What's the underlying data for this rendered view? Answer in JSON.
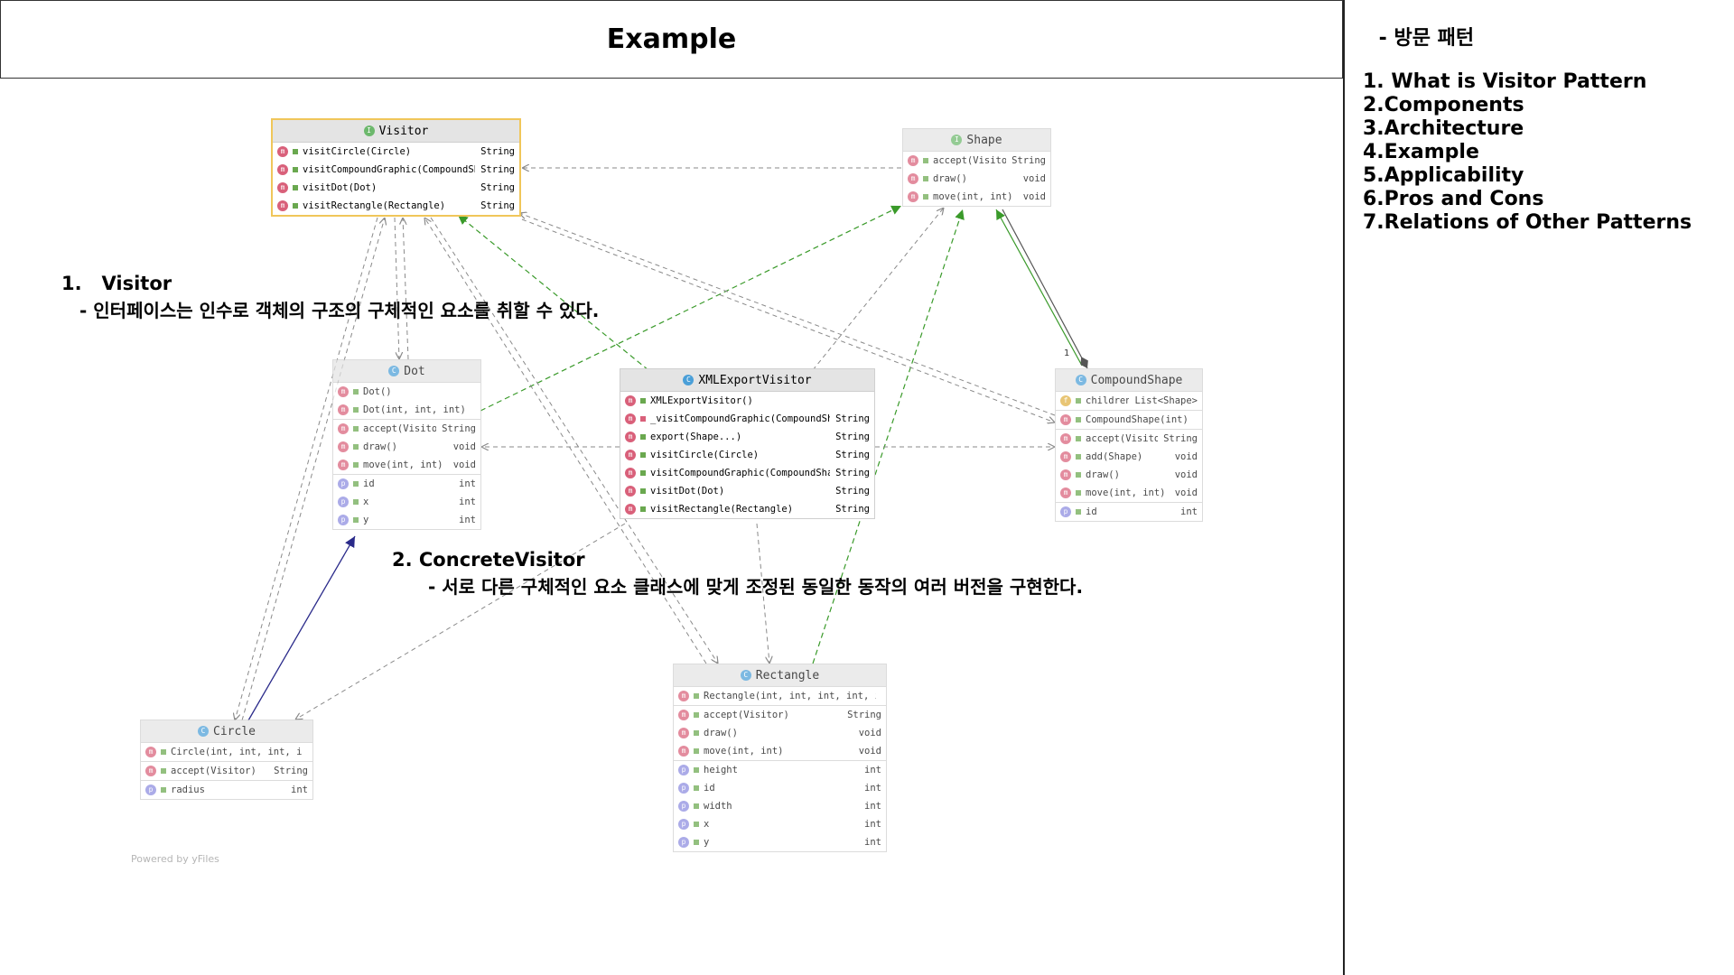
{
  "header": {
    "title": "Example"
  },
  "side_panel": {
    "heading": " - 방문 패턴",
    "toc": [
      "1. What is Visitor Pattern",
      "2.Components",
      "3.Architecture",
      "4.Example",
      "5.Applicability",
      "6.Pros and Cons",
      "7.Relations of Other Patterns"
    ]
  },
  "notes": {
    "visitor_title": "1.   Visitor",
    "visitor_desc": "- 인터페이스는 인수로 객체의 구조의 구체적인 요소를 취할 수 있다.",
    "concrete_title": "2. ConcreteVisitor",
    "concrete_desc": "- 서로 다른 구체적인 요소 클래스에 맞게 조정된 동일한 동작의 여러 버전을 구현한다."
  },
  "classes": {
    "visitor": {
      "name": "Visitor",
      "kind": "I",
      "members": [
        {
          "name": "visitCircle(Circle)",
          "type": "String",
          "badge": "m"
        },
        {
          "name": "visitCompoundGraphic(CompoundShape)",
          "type": "String",
          "badge": "m"
        },
        {
          "name": "visitDot(Dot)",
          "type": "String",
          "badge": "m"
        },
        {
          "name": "visitRectangle(Rectangle)",
          "type": "String",
          "badge": "m"
        }
      ]
    },
    "shape": {
      "name": "Shape",
      "kind": "I",
      "members": [
        {
          "name": "accept(Visitor)",
          "type": "String",
          "badge": "m"
        },
        {
          "name": "draw()",
          "type": "void",
          "badge": "m"
        },
        {
          "name": "move(int, int)",
          "type": "void",
          "badge": "m"
        }
      ]
    },
    "dot": {
      "name": "Dot",
      "kind": "C",
      "members": [
        {
          "name": "Dot()",
          "type": "",
          "badge": "m"
        },
        {
          "name": "Dot(int, int, int)",
          "type": "",
          "badge": "m"
        },
        {
          "name": "accept(Visitor)",
          "type": "String",
          "badge": "m",
          "sep": true
        },
        {
          "name": "draw()",
          "type": "void",
          "badge": "m"
        },
        {
          "name": "move(int, int)",
          "type": "void",
          "badge": "m"
        },
        {
          "name": "id",
          "type": "int",
          "badge": "p",
          "sep": true
        },
        {
          "name": "x",
          "type": "int",
          "badge": "p"
        },
        {
          "name": "y",
          "type": "int",
          "badge": "p"
        }
      ]
    },
    "xml_export_visitor": {
      "name": "XMLExportVisitor",
      "kind": "C",
      "members": [
        {
          "name": "XMLExportVisitor()",
          "type": "",
          "badge": "m"
        },
        {
          "name": "_visitCompoundGraphic(CompoundShape)",
          "type": "String",
          "badge": "m",
          "lock": true
        },
        {
          "name": "export(Shape...)",
          "type": "String",
          "badge": "m"
        },
        {
          "name": "visitCircle(Circle)",
          "type": "String",
          "badge": "m"
        },
        {
          "name": "visitCompoundGraphic(CompoundShape)",
          "type": "String",
          "badge": "m"
        },
        {
          "name": "visitDot(Dot)",
          "type": "String",
          "badge": "m"
        },
        {
          "name": "visitRectangle(Rectangle)",
          "type": "String",
          "badge": "m"
        }
      ]
    },
    "compound_shape": {
      "name": "CompoundShape",
      "kind": "C",
      "members": [
        {
          "name": "children",
          "type": "List<Shape>",
          "badge": "f"
        },
        {
          "name": "CompoundShape(int)",
          "type": "",
          "badge": "m",
          "sep": true
        },
        {
          "name": "accept(Visitor)",
          "type": "String",
          "badge": "m",
          "sep": true
        },
        {
          "name": "add(Shape)",
          "type": "void",
          "badge": "m"
        },
        {
          "name": "draw()",
          "type": "void",
          "badge": "m"
        },
        {
          "name": "move(int, int)",
          "type": "void",
          "badge": "m"
        },
        {
          "name": "id",
          "type": "int",
          "badge": "p",
          "sep": true
        }
      ]
    },
    "rectangle": {
      "name": "Rectangle",
      "kind": "C",
      "members": [
        {
          "name": "Rectangle(int, int, int, int, int)",
          "type": "",
          "badge": "m"
        },
        {
          "name": "accept(Visitor)",
          "type": "String",
          "badge": "m",
          "sep": true
        },
        {
          "name": "draw()",
          "type": "void",
          "badge": "m"
        },
        {
          "name": "move(int, int)",
          "type": "void",
          "badge": "m"
        },
        {
          "name": "height",
          "type": "int",
          "badge": "p",
          "sep": true
        },
        {
          "name": "id",
          "type": "int",
          "badge": "p"
        },
        {
          "name": "width",
          "type": "int",
          "badge": "p"
        },
        {
          "name": "x",
          "type": "int",
          "badge": "p"
        },
        {
          "name": "y",
          "type": "int",
          "badge": "p"
        }
      ]
    },
    "circle": {
      "name": "Circle",
      "kind": "C",
      "members": [
        {
          "name": "Circle(int, int, int, int)",
          "type": "",
          "badge": "m"
        },
        {
          "name": "accept(Visitor)",
          "type": "String",
          "badge": "m",
          "sep": true
        },
        {
          "name": "radius",
          "type": "int",
          "badge": "p",
          "sep": true
        }
      ]
    }
  },
  "multiplicity": "1",
  "watermark": "Powered by yFiles",
  "colors": {
    "realization": "#3a9a2a",
    "dependency": "#8a8a8a",
    "inheritance": "#2a2a8a",
    "selection": "#f0c65a"
  }
}
